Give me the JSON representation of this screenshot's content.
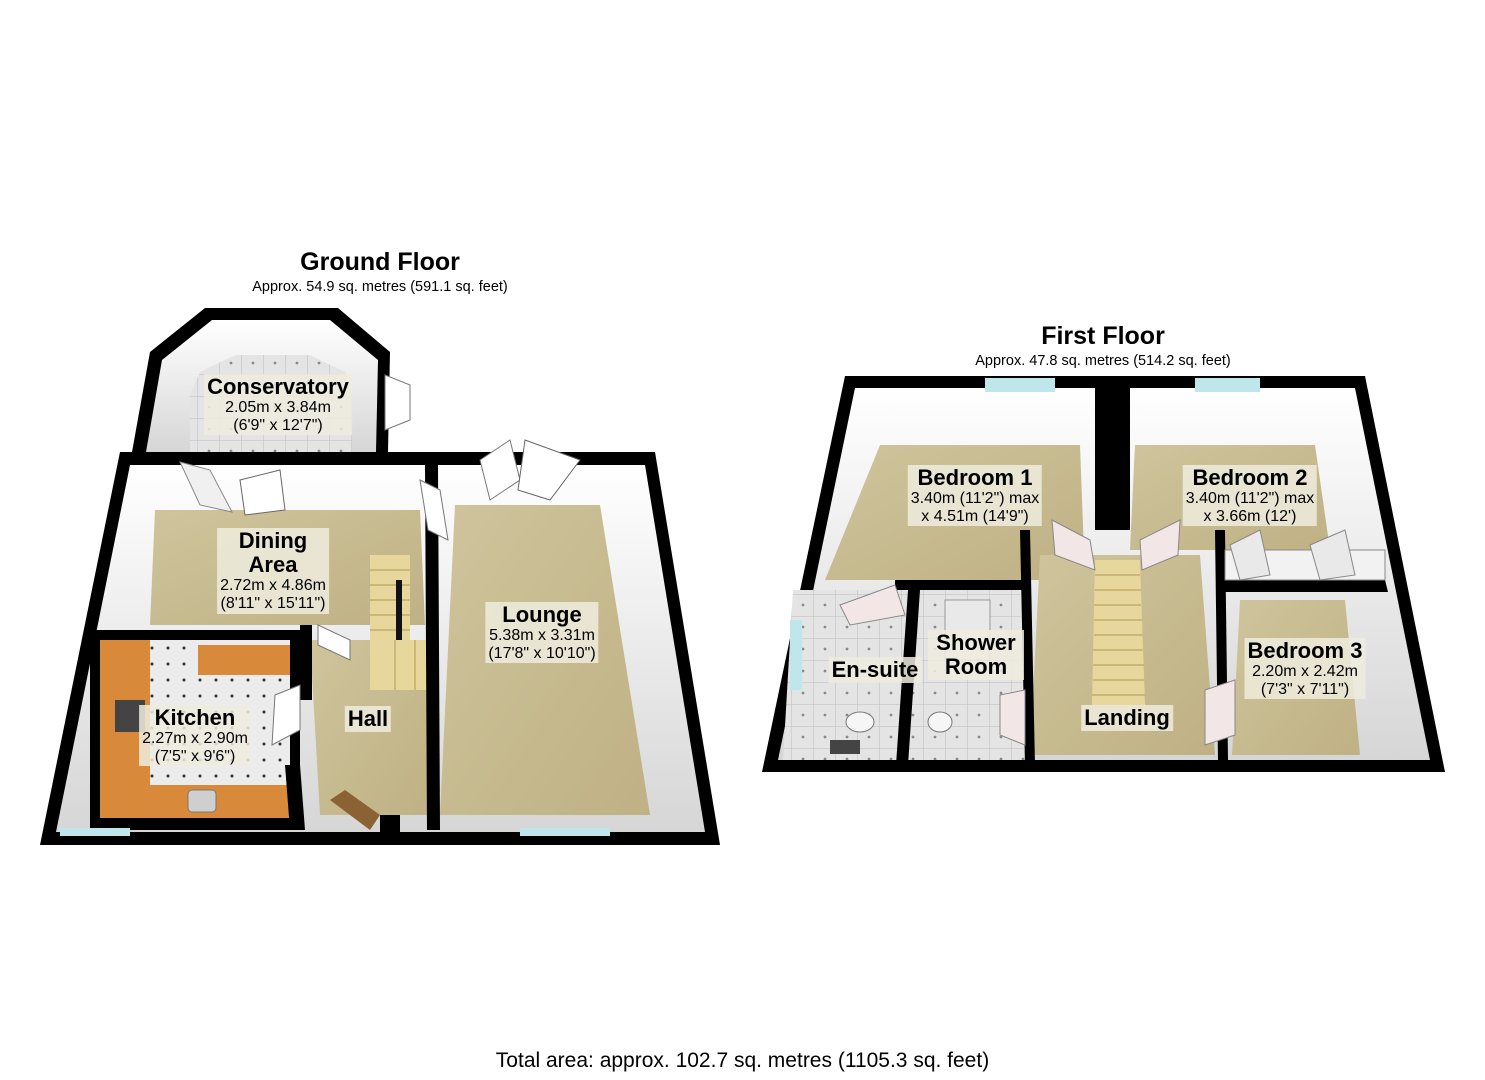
{
  "ground_floor": {
    "title": "Ground Floor",
    "area": "Approx. 54.9 sq. metres (591.1 sq. feet)",
    "rooms": [
      {
        "name": "Conservatory",
        "dims": [
          "2.05m x 3.84m",
          "(6'9\" x 12'7\")"
        ]
      },
      {
        "name": "Dining Area",
        "dims": [
          "2.72m x 4.86m",
          "(8'11\" x 15'11\")"
        ]
      },
      {
        "name": "Lounge",
        "dims": [
          "5.38m x 3.31m",
          "(17'8\" x 10'10\")"
        ]
      },
      {
        "name": "Kitchen",
        "dims": [
          "2.27m x 2.90m",
          "(7'5\" x 9'6\")"
        ]
      },
      {
        "name": "Hall",
        "dims": []
      }
    ]
  },
  "first_floor": {
    "title": "First Floor",
    "area": "Approx. 47.8 sq. metres (514.2 sq. feet)",
    "rooms": [
      {
        "name": "Bedroom 1",
        "dims": [
          "3.40m (11'2\") max",
          "x 4.51m (14'9\")"
        ]
      },
      {
        "name": "Bedroom 2",
        "dims": [
          "3.40m (11'2\") max",
          "x 3.66m (12')"
        ]
      },
      {
        "name": "Bedroom 3",
        "dims": [
          "2.20m x 2.42m",
          "(7'3\" x 7'11\")"
        ]
      },
      {
        "name": "En-suite",
        "dims": []
      },
      {
        "name": "Shower Room",
        "dims": []
      },
      {
        "name": "Landing",
        "dims": []
      }
    ]
  },
  "total_area": "Total area: approx. 102.7 sq. metres (1105.3 sq. feet)",
  "colors": {
    "wall": "#000000",
    "wall_face": "#ffffff",
    "carpet": "#c9bd93",
    "tile": "#dcdcdc",
    "worktop": "#d88a3a",
    "stairs": "#e7d79c",
    "label_bg": "#eeecde"
  }
}
